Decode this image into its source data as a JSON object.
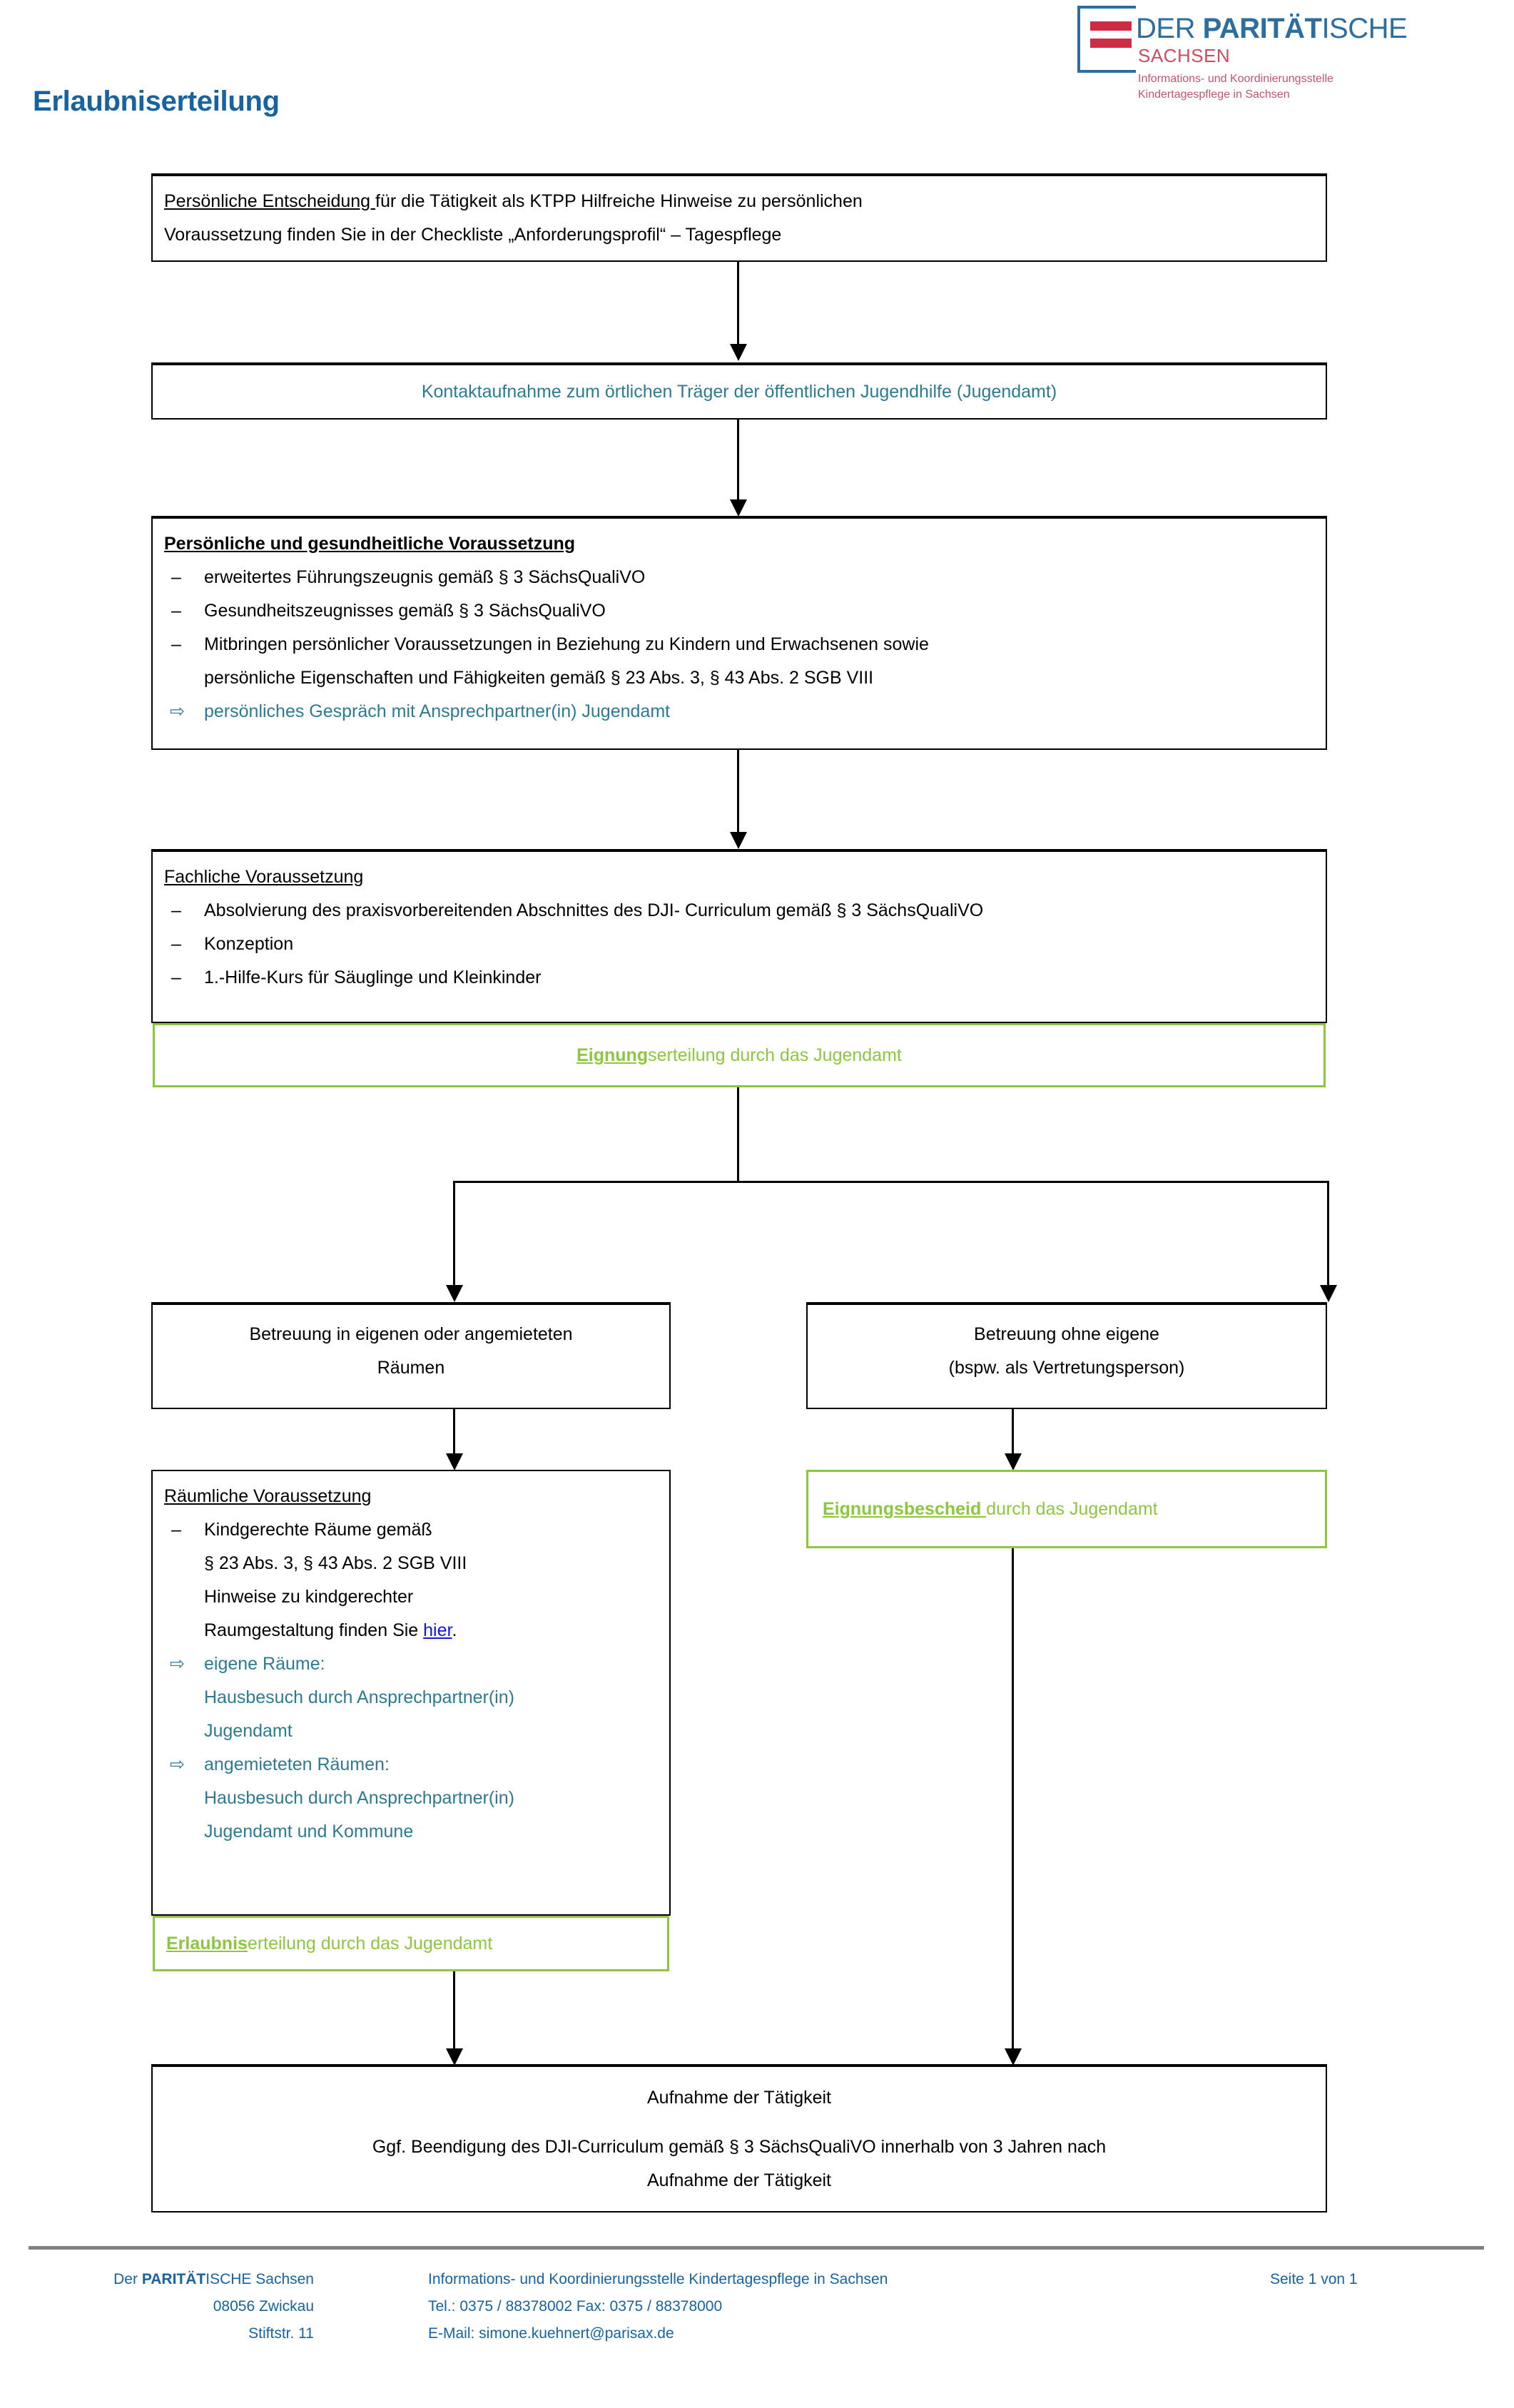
{
  "logo": {
    "word_part1": "DER ",
    "word_bold": "PARITÄT",
    "word_part2": "ISCHE",
    "sachsen": "SACHSEN",
    "sub_line1": "Informations- und Koordinierungsstelle",
    "sub_line2": "Kindertagespflege in Sachsen",
    "colors": {
      "blue": "#2E6E9E",
      "red": "#CE2B44",
      "pink": "#C1566B"
    }
  },
  "title": "Erlaubniserteilung",
  "colors": {
    "title_blue": "#17639F",
    "teal": "#2D7A91",
    "green": "#8DC63F",
    "link_blue": "#1414EE",
    "footer_blue": "#17639F",
    "rule_gray": "#808080"
  },
  "flow": {
    "box1": {
      "line1_underlined": "Persönliche Entscheidung ",
      "line1_rest": "für die Tätigkeit als KTPP Hilfreiche Hinweise zu persönlichen",
      "line2": "Voraussetzung finden Sie in der Checkliste „Anforderungsprofil“ – Tagespflege"
    },
    "box2": {
      "text": "Kontaktaufnahme zum örtlichen Träger der öffentlichen Jugendhilfe (Jugendamt)"
    },
    "box3": {
      "heading": "Persönliche  und gesundheitliche Voraussetzung",
      "items": [
        {
          "marker": "–",
          "text": "erweitertes Führungszeugnis gemäß  § 3 SächsQualiVO"
        },
        {
          "marker": "–",
          "text": "Gesundheitszeugnisses gemäß § 3 SächsQualiVO"
        },
        {
          "marker": "–",
          "text": "Mitbringen persönlicher Voraussetzungen in Beziehung zu Kindern und Erwachsenen sowie"
        },
        {
          "marker": "",
          "text": "persönliche Eigenschaften und Fähigkeiten gemäß  § 23 Abs. 3, § 43 Abs. 2 SGB VIII"
        },
        {
          "marker": "⇨",
          "text": "persönliches Gespräch mit Ansprechpartner(in) Jugendamt",
          "teal": true
        }
      ]
    },
    "box4": {
      "heading": "Fachliche Voraussetzung",
      "items": [
        {
          "marker": "–",
          "text": "Absolvierung des praxisvorbereitenden Abschnittes des DJI-  Curriculum gemäß § 3 SächsQualiVO"
        },
        {
          "marker": "–",
          "text": "Konzeption"
        },
        {
          "marker": "–",
          "text": "1.-Hilfe-Kurs für Säuglinge und Kleinkinder"
        }
      ]
    },
    "box5_green": {
      "bold_underlined": "Eignung",
      "rest": "serteilung durch das Jugendamt"
    },
    "box6_left": {
      "line1": "Betreuung in eigenen oder angemieteten",
      "line2": "Räumen"
    },
    "box6_right": {
      "line1": "Betreuung ohne eigene",
      "line2": "(bspw. als Vertretungsperson)"
    },
    "box7_left": {
      "heading": "Räumliche Voraussetzung",
      "items": [
        {
          "marker": "–",
          "text": "Kindgerechte Räume gemäß"
        },
        {
          "marker": "",
          "text": "§ 23 Abs. 3, § 43 Abs. 2 SGB VIII"
        },
        {
          "marker": "",
          "text": "Hinweise zu kindgerechter"
        },
        {
          "marker": "",
          "text_pre": "Raumgestaltung finden Sie ",
          "link": "hier",
          "text_post": "."
        },
        {
          "marker": "⇨",
          "text": "eigene Räume:",
          "teal": true
        },
        {
          "marker": "",
          "text": "Hausbesuch durch Ansprechpartner(in)",
          "teal": true
        },
        {
          "marker": "",
          "text": "Jugendamt",
          "teal": true
        },
        {
          "marker": "⇨",
          "text": "angemieteten Räumen:",
          "teal": true
        },
        {
          "marker": "",
          "text": "Hausbesuch durch Ansprechpartner(in)",
          "teal": true
        },
        {
          "marker": "",
          "text": "Jugendamt und Kommune",
          "teal": true
        }
      ]
    },
    "box8_green_left": {
      "bold_underlined": "Erlaubnis",
      "rest": "erteilung durch das Jugendamt"
    },
    "box8_green_right": {
      "bold_underlined": "Eignungsbescheid ",
      "rest": "durch das Jugendamt"
    },
    "box9": {
      "line1": "Aufnahme der Tätigkeit",
      "line2": "Ggf. Beendigung des DJI-Curriculum gemäß § 3 SächsQualiVO innerhalb von 3 Jahren nach",
      "line3": "Aufnahme der Tätigkeit"
    }
  },
  "footer": {
    "left": [
      {
        "pre": "Der ",
        "bold": "PARITÄT",
        "post": "ISCHE Sachsen"
      },
      {
        "pre": "",
        "bold": "",
        "post": "08056 Zwickau"
      },
      {
        "pre": "",
        "bold": "",
        "post": "Stiftstr. 11"
      }
    ],
    "mid_line1": "Informations- und Koordinierungsstelle Kindertagespflege in Sachsen",
    "mid_line2": "Tel.: 0375 / 88378002   Fax: 0375 / 88378000",
    "mid_line3": "E-Mail: simone.kuehnert@parisax.de",
    "right": "Seite 1 von 1"
  }
}
